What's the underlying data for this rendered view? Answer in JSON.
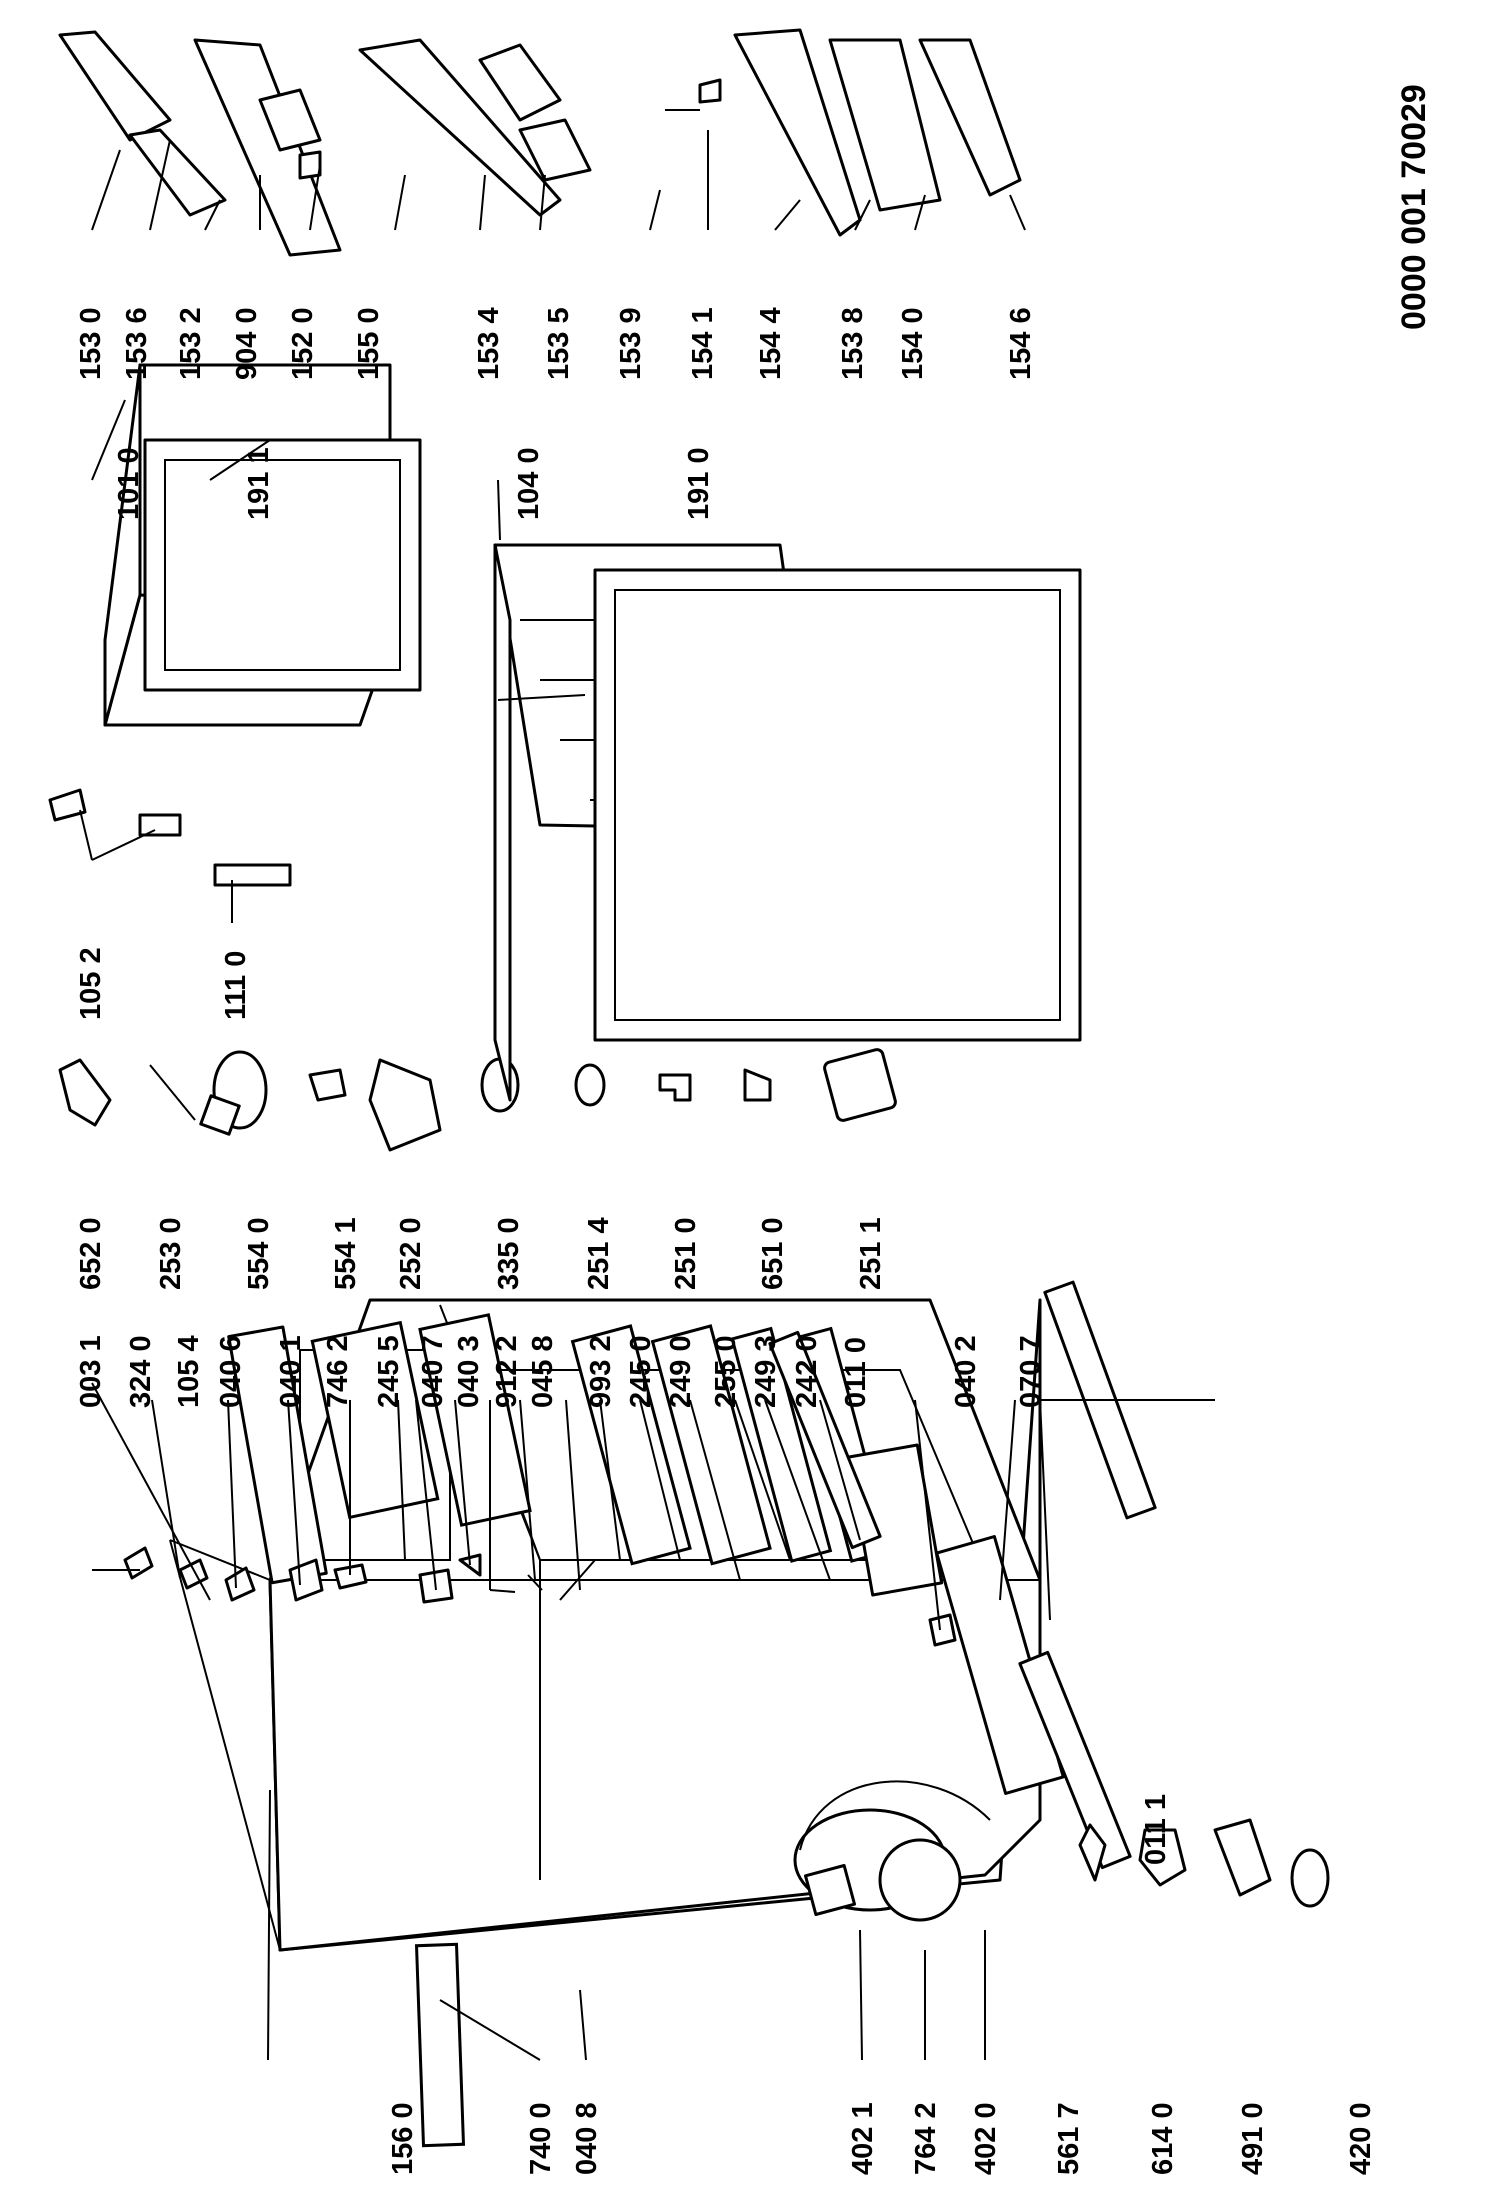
{
  "document_number": "0000 001 70029",
  "labels_col_1_top": [
    "003 1",
    "324 0",
    "105 4",
    "040 6",
    "040 1",
    "746 2",
    "245 5",
    "040 7",
    "040 3",
    "912 2",
    "045 8",
    "993 2",
    "245 0",
    "249 0",
    "255 0",
    "249 3",
    "242 0",
    "011 0",
    "040 2",
    "070 7"
  ],
  "labels_col_1_bottom": [
    "156 0",
    "740 0",
    "040 8",
    "402 1",
    "764 2",
    "402 0",
    "561 7",
    "614 0",
    "491 0",
    "420 0",
    "011 1"
  ],
  "labels_col_2": [
    "652 0",
    "253 0",
    "554 0",
    "554 1",
    "252 0",
    "335 0",
    "251 4",
    "251 0",
    "651 0",
    "251 1"
  ],
  "labels_col_3": [
    "105 2",
    "111 0",
    "101 0",
    "191 1",
    "104 0",
    "191 0"
  ],
  "labels_col_4": [
    "153 0",
    "153 6",
    "153 2",
    "904 0",
    "152 0",
    "155 0",
    "153 4",
    "153 5",
    "153 9",
    "154 1",
    "154 4",
    "153 8",
    "154 0",
    "154 6"
  ]
}
